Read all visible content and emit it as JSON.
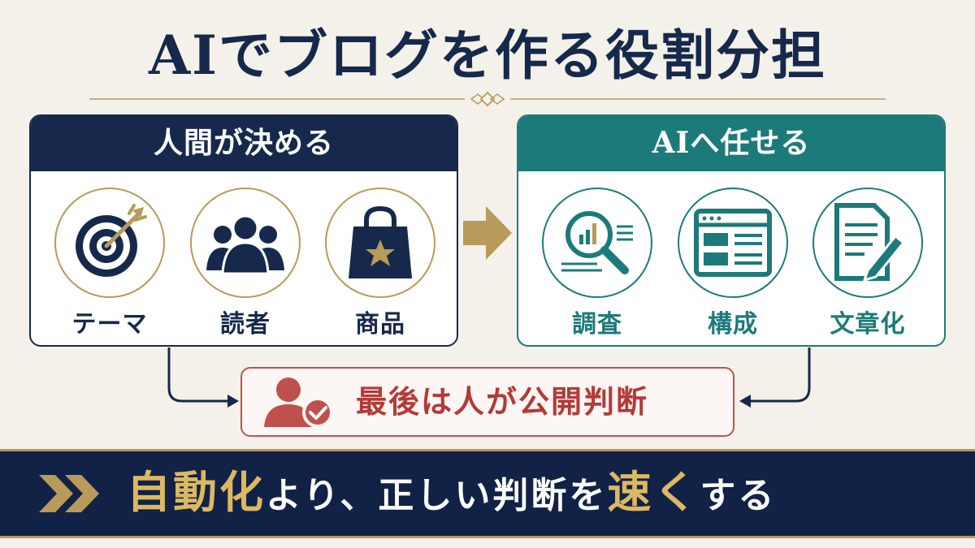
{
  "title": "AIでブログを作る役割分担",
  "human_panel": {
    "heading": "人間が決める",
    "items": [
      {
        "label": "テーマ",
        "icon": "target-icon"
      },
      {
        "label": "読者",
        "icon": "people-icon"
      },
      {
        "label": "商品",
        "icon": "shopping-bag-icon"
      }
    ]
  },
  "ai_panel": {
    "heading": "AIへ任せる",
    "items": [
      {
        "label": "調査",
        "icon": "magnifier-chart-icon"
      },
      {
        "label": "構成",
        "icon": "layout-window-icon"
      },
      {
        "label": "文章化",
        "icon": "document-pencil-icon"
      }
    ]
  },
  "final": {
    "text": "最後は人が公開判断",
    "icon": "user-check-icon"
  },
  "banner": {
    "part1": "自動化",
    "part2": "より、正しい判断を",
    "part3": "速く",
    "part4": "する"
  },
  "colors": {
    "navy": "#16294c",
    "teal": "#1d7a7a",
    "gold": "#b89a5a",
    "red": "#c0504d",
    "background": "#f4f1ea"
  }
}
